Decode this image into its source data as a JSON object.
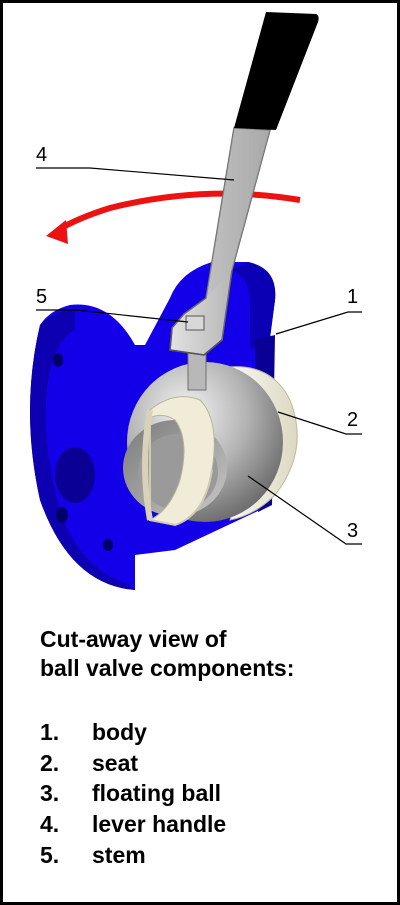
{
  "callouts": [
    {
      "number": "1",
      "part": "body"
    },
    {
      "number": "2",
      "part": "seat"
    },
    {
      "number": "3",
      "part": "floating ball"
    },
    {
      "number": "4",
      "part": "lever handle"
    },
    {
      "number": "5",
      "part": "stem"
    }
  ],
  "caption": {
    "line1": "Cut-away view of",
    "line2": "ball valve components:"
  },
  "legend": [
    {
      "number": "1.",
      "label": "body"
    },
    {
      "number": "2.",
      "label": "seat"
    },
    {
      "number": "3.",
      "label": "floating ball"
    },
    {
      "number": "4.",
      "label": "lever handle"
    },
    {
      "number": "5.",
      "label": "stem"
    }
  ],
  "colors": {
    "border": "#000000",
    "background": "#ffffff",
    "body": "#1400e8",
    "body_dark": "#0a0096",
    "seat": "#f0ecd8",
    "ball": "#a9a9a9",
    "handle": "#c8c8c8",
    "grip": "#000000",
    "rotation_arrow": "#ee1111"
  }
}
